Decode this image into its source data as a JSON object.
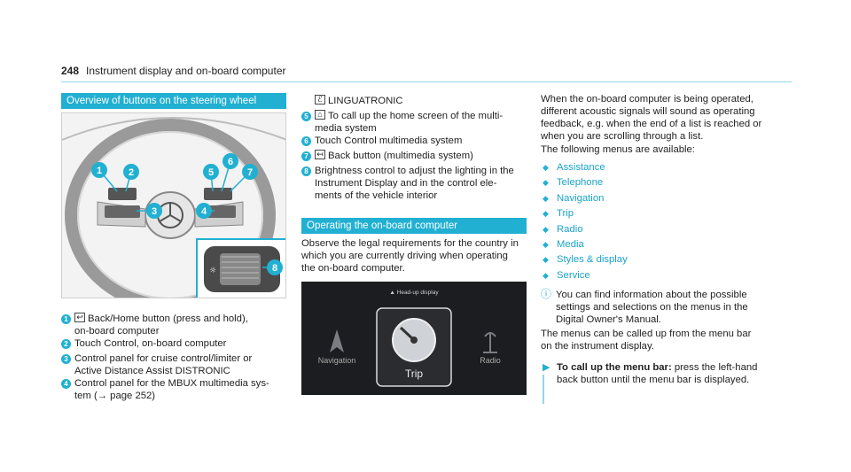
{
  "header": {
    "page_number": "248",
    "title": "Instrument display and on-board computer"
  },
  "section1": {
    "title": "Overview of buttons on the steering wheel",
    "callouts": [
      "1",
      "2",
      "3",
      "4",
      "5",
      "6",
      "7",
      "8"
    ],
    "items": [
      {
        "num": "1",
        "icon": "back-home-icon",
        "first": "Back/Home button (press and hold),",
        "rest": "on-board computer"
      },
      {
        "num": "2",
        "first": "Touch Control, on-board computer",
        "rest": ""
      },
      {
        "num": "3",
        "first": "Control panel for cruise control/limiter or",
        "rest": "Active Distance Assist DISTRONIC"
      },
      {
        "num": "4",
        "first": "Control panel for the MBUX multimedia sys-",
        "rest": "tem (→ page 252)"
      }
    ]
  },
  "col2": {
    "linguatronic": "LINGUATRONIC",
    "items": [
      {
        "num": "5",
        "icon": "home-icon",
        "first": "To call up the home screen of the multi-",
        "rest": "media system"
      },
      {
        "num": "6",
        "first": "Touch Control multimedia system",
        "rest": ""
      },
      {
        "num": "7",
        "icon": "back-icon",
        "first": "Back button (multimedia system)",
        "rest": ""
      },
      {
        "num": "8",
        "first": "Brightness control to adjust the lighting in the",
        "rest1": "Instrument Display and in the control ele-",
        "rest2": "ments of the vehicle interior"
      }
    ],
    "section_title": "Operating the on-board computer",
    "para1": "Observe the legal requirements for the country in",
    "para2": "which you are currently driving when operating",
    "para3": "the on-board computer.",
    "screen": {
      "top_label": "▲ Head-up display",
      "left": "Navigation",
      "center": "Trip",
      "right": "Radio"
    }
  },
  "col3": {
    "p1": [
      "When the on-board computer is being operated,",
      "different acoustic signals will sound as operating",
      "feedback, e.g. when the end of a list is reached or",
      "when you are scrolling through a list."
    ],
    "menus_intro": "The following menus are available:",
    "menus": [
      "Assistance",
      "Telephone",
      "Navigation",
      "Trip",
      "Radio",
      "Media",
      "Styles & display",
      "Service"
    ],
    "note": [
      "You can find information about the possible",
      "settings and selections on the menus in the",
      "Digital Owner's Manual."
    ],
    "p2": [
      "The menus can be called up from the menu bar",
      "on the instrument display."
    ],
    "step_bold": "To call up the menu bar:",
    "step_text": " press the left-hand",
    "step_text2": "back button until the menu bar is displayed."
  },
  "colors": {
    "accent": "#21b0d2",
    "link": "#1aa3c8"
  }
}
